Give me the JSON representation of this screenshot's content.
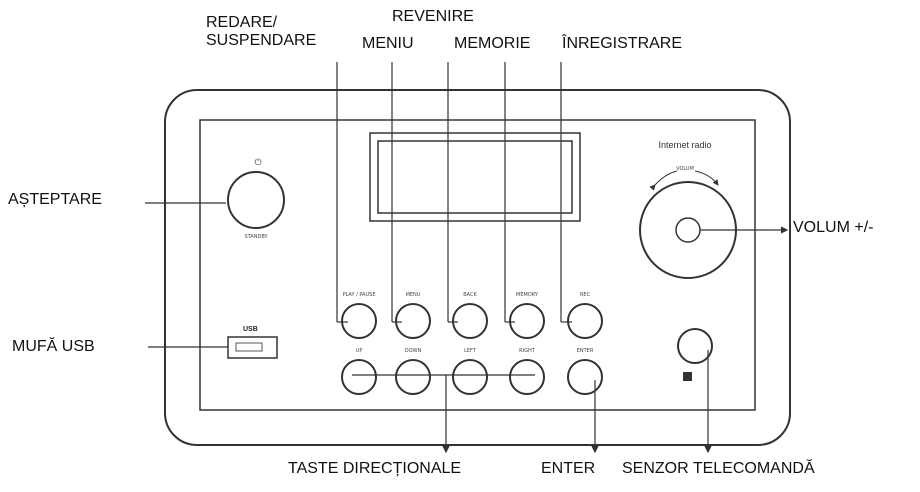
{
  "callouts": {
    "play_pause": [
      "REDARE/",
      "SUSPENDARE"
    ],
    "back": "REVENIRE",
    "menu": "MENIU",
    "memory": "MEMORIE",
    "record": "ÎNREGISTRARE",
    "standby": "AȘTEPTARE",
    "usb": "MUFĂ USB",
    "volume": "VOLUM +/-",
    "directional": "TASTE DIRECȚIONALE",
    "enter": "ENTER",
    "remote_sensor": "SENZOR TELECOMANDĂ"
  },
  "device": {
    "brand_text": "Internet radio",
    "volume_text": "VOLUM",
    "standby_text": "STANDBY",
    "power_symbol": "⏻",
    "usb_logo": "USB",
    "top_buttons": [
      "PLAY / PAUSE",
      "MENU",
      "BACK",
      "MEMORY",
      "REC"
    ],
    "bottom_buttons": [
      "UP",
      "DOWN",
      "LEFT",
      "RIGHT",
      "ENTER"
    ]
  }
}
